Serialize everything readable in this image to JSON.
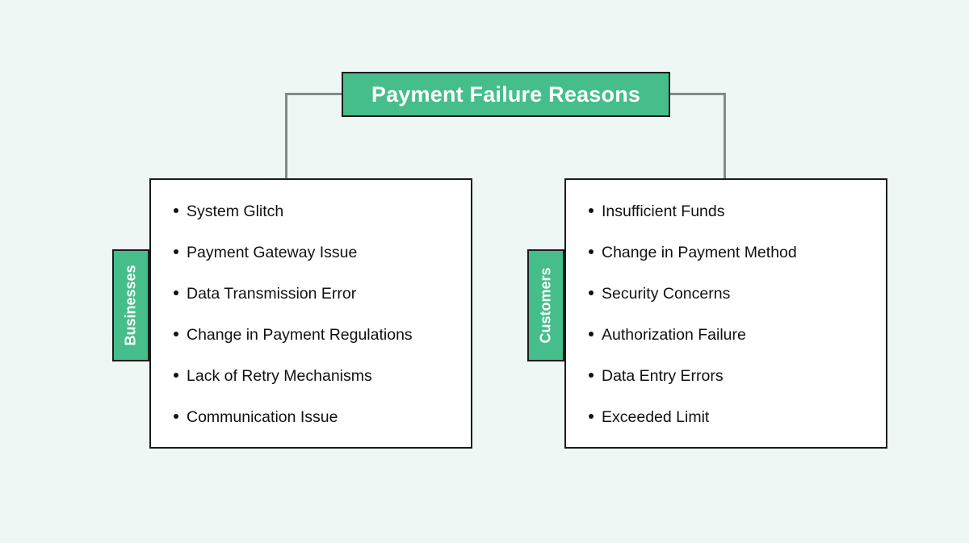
{
  "diagram": {
    "title": "Payment Failure Reasons",
    "colors": {
      "background": "#eff7f4",
      "accent_green": "#45be8b",
      "border": "#1b1b1b",
      "connector": "#7f8c8a",
      "panel_fill": "#ffffff",
      "title_text": "#ffffff",
      "item_text": "#111111"
    },
    "branches": [
      {
        "tab_label": "Businesses",
        "items": [
          "System Glitch",
          "Payment Gateway Issue",
          "Data Transmission Error",
          "Change in Payment Regulations",
          "Lack of Retry Mechanisms",
          "Communication Issue"
        ]
      },
      {
        "tab_label": "Customers",
        "items": [
          "Insufficient Funds",
          "Change in Payment Method",
          "Security Concerns",
          "Authorization Failure",
          "Data Entry Errors",
          "Exceeded Limit"
        ]
      }
    ]
  }
}
